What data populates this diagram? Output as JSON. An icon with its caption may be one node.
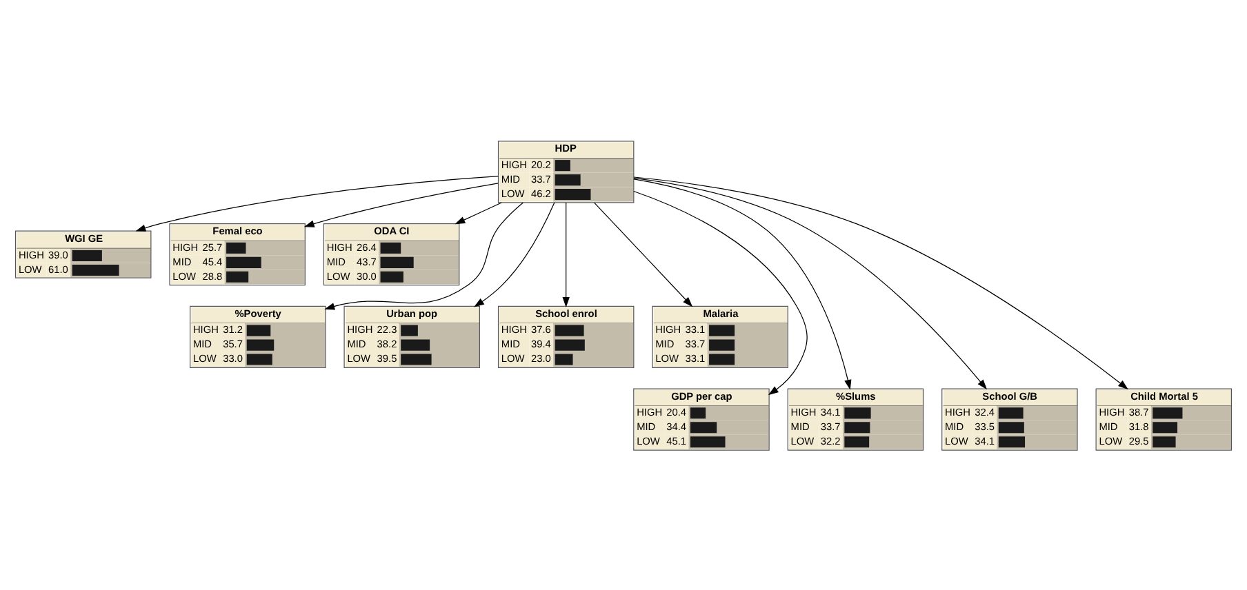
{
  "diagram": {
    "nodes": [
      {
        "text": [
          "HDP",
          "HIGH",
          "20.2",
          "MID",
          "33.7",
          "LOW",
          "46.2"
        ]
      },
      {
        "text": [
          "WGI GE",
          "HIGH",
          "39.0",
          "LOW",
          "61.0"
        ]
      },
      {
        "text": [
          "Femal eco",
          "HIGH",
          "25.7",
          "MID",
          "45.4",
          "LOW",
          "28.8"
        ]
      },
      {
        "text": [
          "ODA CI",
          "HIGH",
          "26.4",
          "MID",
          "43.7",
          "LOW",
          "30.0"
        ]
      },
      {
        "text": [
          "%Poverty",
          "HIGH",
          "31.2",
          "MID",
          "35.7",
          "LOW",
          "33.0"
        ]
      },
      {
        "text": [
          "Urban pop",
          "HIGH",
          "22.3",
          "MID",
          "38.2",
          "LOW",
          "39.5"
        ]
      },
      {
        "text": [
          "School enrol",
          "HIGH",
          "37.6",
          "MID",
          "39.4",
          "LOW",
          "23.0"
        ]
      },
      {
        "text": [
          "Malaria",
          "HIGH",
          "33.1",
          "MID",
          "33.7",
          "LOW",
          "33.1"
        ]
      },
      {
        "text": [
          "GDP per cap",
          "HIGH",
          "20.4",
          "MID",
          "34.4",
          "LOW",
          "45.1"
        ]
      },
      {
        "text": [
          "%Slums",
          "HIGH",
          "34.1",
          "MID",
          "33.7",
          "LOW",
          "32.2"
        ]
      },
      {
        "text": [
          "School G/B",
          "HIGH",
          "32.4",
          "MID",
          "33.5",
          "LOW",
          "34.1"
        ]
      },
      {
        "text": [
          "Child Mortal 5",
          "HIGH",
          "38.7",
          "MID",
          "31.8",
          "LOW",
          "29.5"
        ]
      }
    ],
    "edges": [
      {
        "from": 0,
        "to": 1,
        "arrow": "to"
      },
      {
        "from": 0,
        "to": 2,
        "arrow": "to"
      },
      {
        "from": 0,
        "to": 3,
        "arrow": "to"
      },
      {
        "from": 0,
        "to": 4,
        "arrow": "to"
      },
      {
        "from": 0,
        "to": 8,
        "arrow": "to"
      },
      {
        "from": 0,
        "to": 5,
        "arrow": "to"
      },
      {
        "from": 0,
        "to": 9,
        "arrow": "to"
      },
      {
        "from": 0,
        "to": 10,
        "arrow": "to"
      },
      {
        "from": 0,
        "to": 6,
        "arrow": "to"
      },
      {
        "from": 0,
        "to": 11,
        "arrow": "to"
      },
      {
        "from": 0,
        "to": 7,
        "arrow": "to"
      }
    ]
  }
}
